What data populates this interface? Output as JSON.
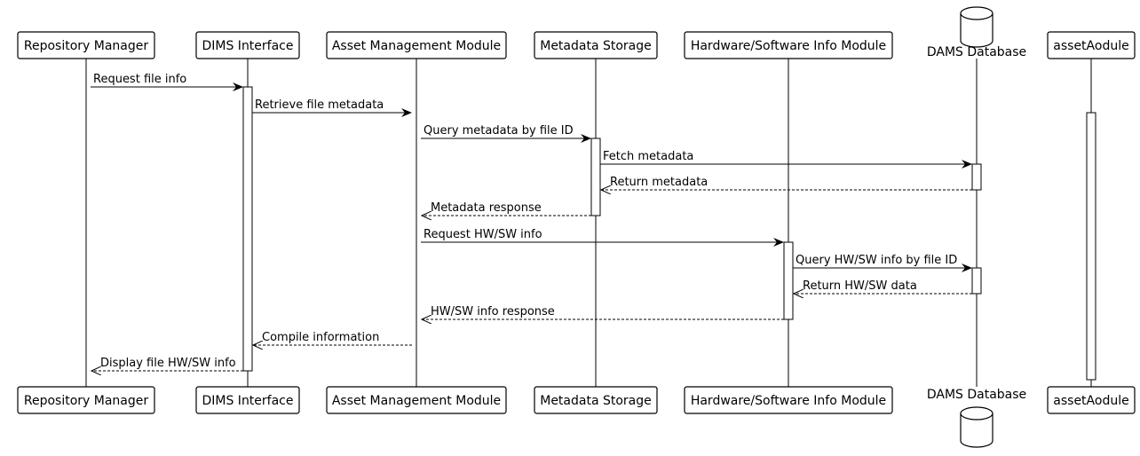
{
  "participants": [
    {
      "id": "rm",
      "label": "Repository Manager",
      "kind": "box"
    },
    {
      "id": "dims",
      "label": "DIMS Interface",
      "kind": "box"
    },
    {
      "id": "amm",
      "label": "Asset Management Module",
      "kind": "box"
    },
    {
      "id": "ms",
      "label": "Metadata Storage",
      "kind": "box"
    },
    {
      "id": "hsw",
      "label": "Hardware/Software Info Module",
      "kind": "box"
    },
    {
      "id": "db",
      "label": "DAMS Database",
      "kind": "database"
    },
    {
      "id": "aa",
      "label": "assetAodule",
      "kind": "box"
    }
  ],
  "messages": [
    {
      "from": "rm",
      "to": "dims",
      "label": "Request file info",
      "style": "solid"
    },
    {
      "from": "dims",
      "to": "amm",
      "label": "Retrieve file metadata",
      "style": "solid"
    },
    {
      "from": "amm",
      "to": "ms",
      "label": "Query metadata by file ID",
      "style": "solid"
    },
    {
      "from": "ms",
      "to": "db",
      "label": "Fetch metadata",
      "style": "solid"
    },
    {
      "from": "db",
      "to": "ms",
      "label": "Return metadata",
      "style": "dashed"
    },
    {
      "from": "ms",
      "to": "amm",
      "label": "Metadata response",
      "style": "dashed"
    },
    {
      "from": "amm",
      "to": "hsw",
      "label": "Request HW/SW info",
      "style": "solid"
    },
    {
      "from": "hsw",
      "to": "db",
      "label": "Query HW/SW info by file ID",
      "style": "solid"
    },
    {
      "from": "db",
      "to": "hsw",
      "label": "Return HW/SW data",
      "style": "dashed"
    },
    {
      "from": "hsw",
      "to": "amm",
      "label": "HW/SW info response",
      "style": "dashed"
    },
    {
      "from": "amm",
      "to": "dims",
      "label": "Compile information",
      "style": "dashed"
    },
    {
      "from": "dims",
      "to": "rm",
      "label": "Display file HW/SW info",
      "style": "dashed"
    }
  ]
}
